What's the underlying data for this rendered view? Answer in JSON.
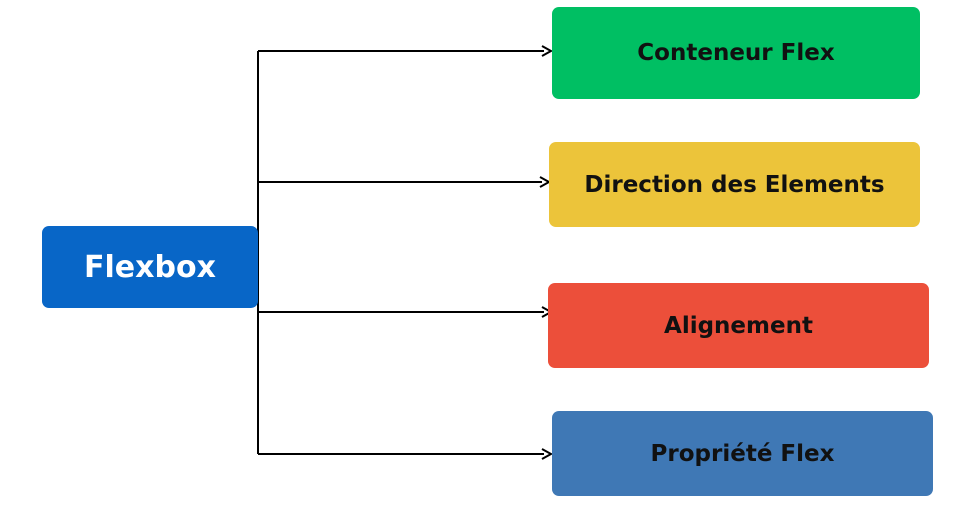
{
  "root": {
    "label": "Flexbox",
    "color": "#0866c7"
  },
  "children": [
    {
      "label": "Conteneur Flex",
      "color": "#00bf63"
    },
    {
      "label": "Direction des Elements",
      "color": "#ecc43a"
    },
    {
      "label": "Alignement",
      "color": "#ec4f3a"
    },
    {
      "label": "Propriété Flex",
      "color": "#3f78b5"
    }
  ],
  "connector_color": "#000000"
}
